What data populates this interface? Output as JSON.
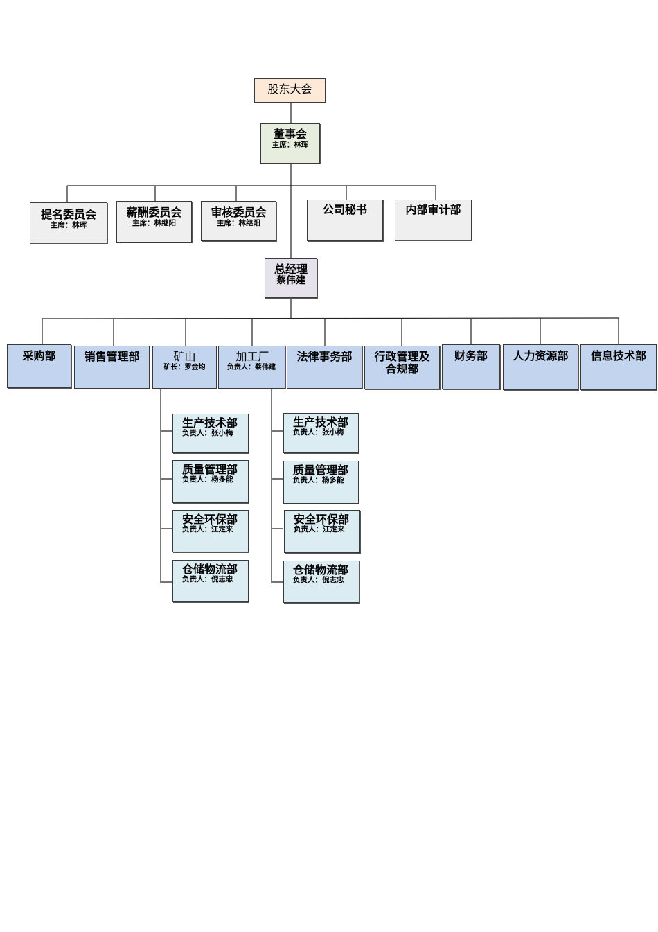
{
  "top": {
    "shareholders": "股东大会",
    "board": {
      "title": "董事会",
      "sub": "主席：林珲"
    }
  },
  "committees": [
    {
      "title": "提名委员会",
      "sub": "主席：林珲"
    },
    {
      "title": "薪酬委员会",
      "sub": "主席：林继阳"
    },
    {
      "title": "审核委员会",
      "sub": "主席：林继阳"
    },
    {
      "title": "公司秘书",
      "sub": ""
    },
    {
      "title": "内部审计部",
      "sub": ""
    }
  ],
  "gm": {
    "title": "总经理",
    "sub": "蔡伟建"
  },
  "departments": [
    {
      "title": "采购部",
      "sub": ""
    },
    {
      "title": "销售管理部",
      "sub": ""
    },
    {
      "title": "矿山",
      "sub": "矿长：罗金均"
    },
    {
      "title": "加工厂",
      "sub": "负责人：蔡伟建"
    },
    {
      "title": "法律事务部",
      "sub": ""
    },
    {
      "title": "行政管理及合规部",
      "sub": ""
    },
    {
      "title": "财务部",
      "sub": ""
    },
    {
      "title": "人力资源部",
      "sub": ""
    },
    {
      "title": "信息技术部",
      "sub": ""
    }
  ],
  "mine_units": [
    {
      "title": "生产技术部",
      "sub": "负责人：张小梅"
    },
    {
      "title": "质量管理部",
      "sub": "负责人：杨多能"
    },
    {
      "title": "安全环保部",
      "sub": "负责人：江定来"
    },
    {
      "title": "仓储物流部",
      "sub": "负责人：倪志忠"
    }
  ],
  "plant_units": [
    {
      "title": "生产技术部",
      "sub": "负责人：张小梅"
    },
    {
      "title": "质量管理部",
      "sub": "负责人：杨多能"
    },
    {
      "title": "安全环保部",
      "sub": "负责人：江定来"
    },
    {
      "title": "仓储物流部",
      "sub": "负责人：倪志忠"
    }
  ],
  "colors": {
    "shareholders": "#fce9d8",
    "board": "#e8eedd",
    "committee": "#efefef",
    "gm": "#e6e2ec",
    "department": "#c3d5ee",
    "unit": "#dcecf3",
    "line": "#222222"
  }
}
